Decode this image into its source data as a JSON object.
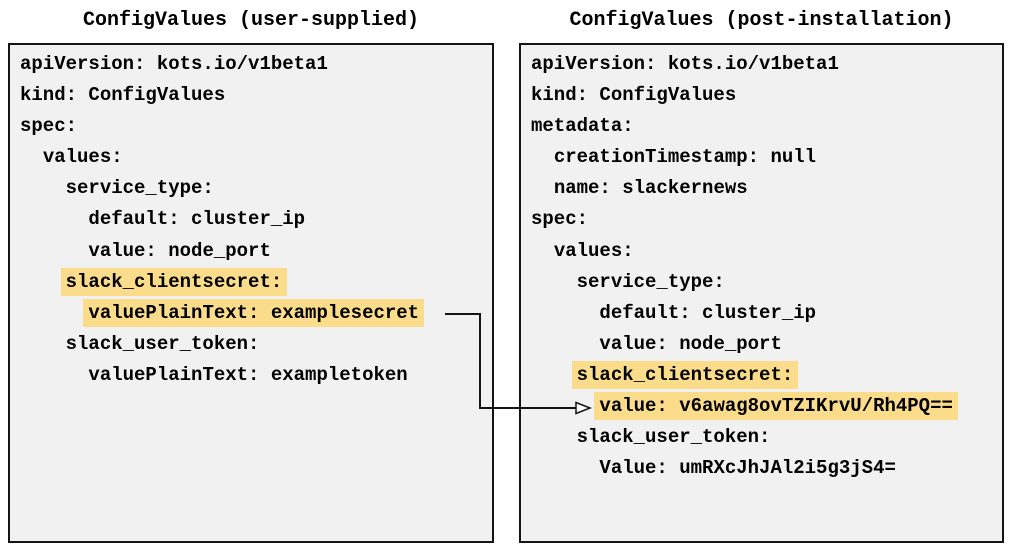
{
  "diagram": {
    "left": {
      "title": "ConfigValues (user-supplied)",
      "lines": [
        {
          "indent": "",
          "text": "apiVersion: kots.io/v1beta1",
          "highlighted": false
        },
        {
          "indent": "",
          "text": "kind: ConfigValues",
          "highlighted": false
        },
        {
          "indent": "",
          "text": "spec:",
          "highlighted": false
        },
        {
          "indent": "  ",
          "text": "values:",
          "highlighted": false
        },
        {
          "indent": "    ",
          "text": "service_type:",
          "highlighted": false
        },
        {
          "indent": "      ",
          "text": "default: cluster_ip",
          "highlighted": false
        },
        {
          "indent": "      ",
          "text": "value: node_port",
          "highlighted": false
        },
        {
          "indent": "    ",
          "text": "slack_clientsecret:",
          "highlighted": true
        },
        {
          "indent": "      ",
          "text": "valuePlainText: examplesecret",
          "highlighted": true
        },
        {
          "indent": "    ",
          "text": "slack_user_token:",
          "highlighted": false
        },
        {
          "indent": "      ",
          "text": "valuePlainText: exampletoken",
          "highlighted": false
        }
      ]
    },
    "right": {
      "title": "ConfigValues (post-installation)",
      "lines": [
        {
          "indent": "",
          "text": "apiVersion: kots.io/v1beta1",
          "highlighted": false
        },
        {
          "indent": "",
          "text": "kind: ConfigValues",
          "highlighted": false
        },
        {
          "indent": "",
          "text": "metadata:",
          "highlighted": false
        },
        {
          "indent": "  ",
          "text": "creationTimestamp: null",
          "highlighted": false
        },
        {
          "indent": "  ",
          "text": "name: slackernews",
          "highlighted": false
        },
        {
          "indent": "",
          "text": "spec:",
          "highlighted": false
        },
        {
          "indent": "  ",
          "text": "values:",
          "highlighted": false
        },
        {
          "indent": "    ",
          "text": "service_type:",
          "highlighted": false
        },
        {
          "indent": "      ",
          "text": "default: cluster_ip",
          "highlighted": false
        },
        {
          "indent": "      ",
          "text": "value: node_port",
          "highlighted": false
        },
        {
          "indent": "    ",
          "text": "slack_clientsecret:",
          "highlighted": true
        },
        {
          "indent": "      ",
          "text": "value: v6awag8ovTZIKrvU/Rh4PQ==",
          "highlighted": true
        },
        {
          "indent": "    ",
          "text": "slack_user_token:",
          "highlighted": false
        },
        {
          "indent": "      ",
          "text": "Value: umRXcJhJAl2i5g3jS4=",
          "highlighted": false
        }
      ]
    },
    "arrow": {
      "from": "valuePlainText: examplesecret",
      "to": "value: v6awag8ovTZIKrvU/Rh4PQ=="
    },
    "colors": {
      "highlight": "#fadc8a",
      "panel_background": "#f1f1f1",
      "panel_border": "#141414",
      "text": "#000000",
      "arrow": "#141414"
    }
  }
}
